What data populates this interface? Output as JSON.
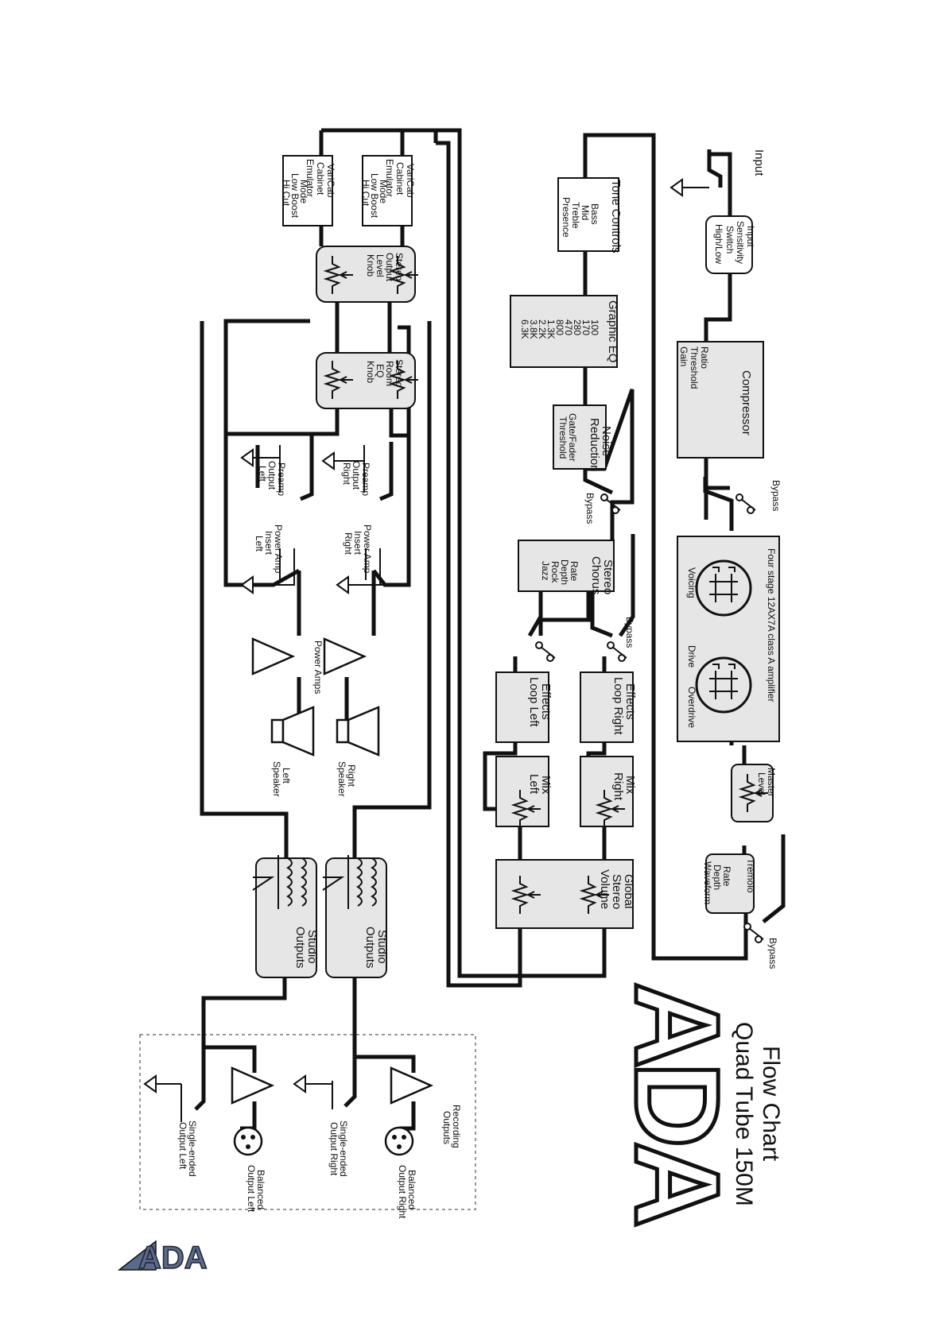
{
  "header": {
    "title_line1": "Flow Chart",
    "title_line2": "Quad Tube 150M",
    "logo_text": "ADA",
    "corner_logo_text": "ADA"
  },
  "input": {
    "label": "Input",
    "sensitivity": [
      "Input",
      "Sensitivity",
      "Switch",
      "High/Low"
    ]
  },
  "compressor": {
    "title": "Compressor",
    "params": [
      "Ratio",
      "Threshold",
      "Gain"
    ]
  },
  "bypass_label": "Bypass",
  "preamp": {
    "title": "Four stage 12AX7A class A amplifier",
    "stage_labels": [
      "Voicing",
      "Drive",
      "Overdrive"
    ]
  },
  "master_level": [
    "Master",
    "Level"
  ],
  "tremolo": {
    "title": "Tremolo",
    "params": [
      "Rate",
      "Depth",
      "Waveform"
    ]
  },
  "tone_controls": {
    "title": "Tone Controls",
    "params": [
      "Bass",
      "Mid",
      "Treble",
      "Presence"
    ]
  },
  "graphic_eq": {
    "title": "Graphic EQ",
    "bands": [
      "100",
      "170",
      "280",
      "470",
      "800",
      "1.3K",
      "2.2K",
      "3.8K",
      "6.3K"
    ]
  },
  "noise_reduction": {
    "title": [
      "Noise",
      "Reduction"
    ],
    "params": [
      "Gate/Fader",
      "Threshold"
    ]
  },
  "stereo_chorus": {
    "title": [
      "Stereo",
      "Chorus"
    ],
    "params": [
      "Rate",
      "Depth",
      "Rock",
      "Jazz"
    ]
  },
  "effects_loop_right": [
    "Effects",
    "Loop Right"
  ],
  "effects_loop_left": [
    "Effects",
    "Loop Left"
  ],
  "mix_right": [
    "Mix",
    "Right"
  ],
  "mix_left": [
    "Mix",
    "Left"
  ],
  "global_volume": [
    "Global",
    "Stereo",
    "Volume"
  ],
  "cabinet_emulators": [
    {
      "lines": [
        "VariCab",
        "Cabinet",
        "Emulator"
      ],
      "params": [
        "Mode",
        "Low Boost",
        "Hi Cut"
      ]
    },
    {
      "lines": [
        "VariCab",
        "Cabinet",
        "Emulator"
      ],
      "params": [
        "Mode",
        "Low Boost",
        "Hi Cut"
      ]
    }
  ],
  "stereo_output_level": [
    "Stereo",
    "Output",
    "Level",
    "Knob"
  ],
  "stereo_room_eq": [
    "Stereo",
    "Room",
    "EQ",
    "Knob"
  ],
  "preamp_output_right": [
    "Preamp",
    "Output",
    "Right"
  ],
  "preamp_output_left": [
    "Preamp",
    "Output",
    "Left"
  ],
  "power_amp_insert_right": [
    "Power Amp",
    "Insert",
    "Right"
  ],
  "power_amp_insert_left": [
    "Power Amp",
    "Insert",
    "Left"
  ],
  "power_amps_label": "Power Amps",
  "right_speaker": [
    "Right",
    "Speaker"
  ],
  "left_speaker": [
    "Left",
    "Speaker"
  ],
  "studio_outputs": [
    "Studio",
    "Outputs"
  ],
  "recording_outputs": [
    "Recording",
    "Outputs"
  ],
  "balanced_output_right": [
    "Balanced",
    "Output Right"
  ],
  "balanced_output_left": [
    "Balanced",
    "Output Left"
  ],
  "single_ended_right": [
    "Single-ended",
    "Output Right"
  ],
  "single_ended_left": [
    "Single-ended",
    "Output Left"
  ]
}
